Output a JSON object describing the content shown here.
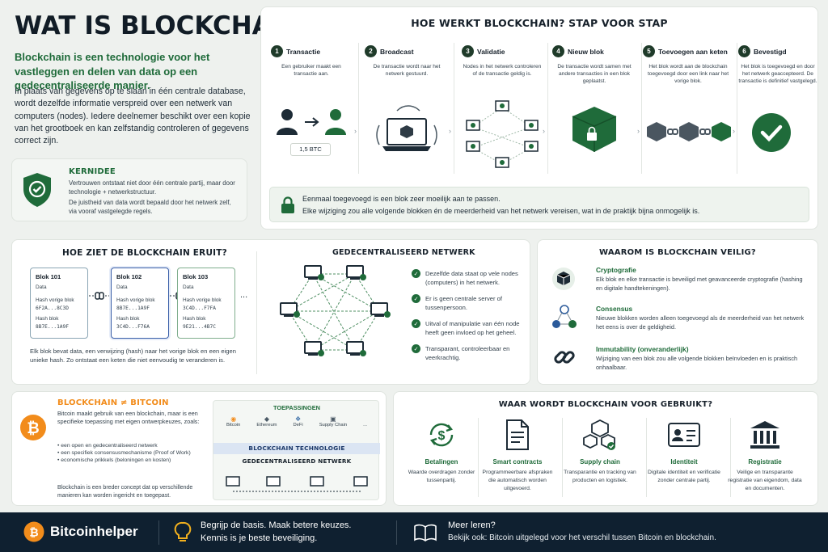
{
  "title": "WAT IS BLOCKCHAIN?",
  "subtitle": "Blockchain is een technologie voor het vastleggen en delen van data op een gedecentraliseerde manier.",
  "intro": "In plaats van gegevens op te slaan in één centrale database, wordt dezelfde informatie verspreid over een netwerk van computers (nodes). Iedere deelnemer beschikt over een kopie van het grootboek en kan zelfstandig controleren of gegevens correct zijn.",
  "kernidee": {
    "title": "KERNIDEE",
    "text1": "Vertrouwen ontstaat niet door één centrale partij, maar door technologie + netwerkstructuur.",
    "text2": "De juistheid van data wordt bepaald door het netwerk zelf, via vooraf vastgelegde regels."
  },
  "how": {
    "title": "HOE WERKT BLOCKCHAIN? STAP VOOR STAP",
    "steps": [
      {
        "num": "1",
        "title": "Transactie",
        "text": "Een gebruiker maakt een transactie aan."
      },
      {
        "num": "2",
        "title": "Broadcast",
        "text": "De transactie wordt naar het netwerk gestuurd."
      },
      {
        "num": "3",
        "title": "Validatie",
        "text": "Nodes in het netwerk controleren of de transactie geldig is."
      },
      {
        "num": "4",
        "title": "Nieuw blok",
        "text": "De transactie wordt samen met andere transacties in een blok geplaatst."
      },
      {
        "num": "5",
        "title": "Toevoegen aan keten",
        "text": "Het blok wordt aan de blockchain toegevoegd door een link naar het vorige blok."
      },
      {
        "num": "6",
        "title": "Bevestigd",
        "text": "Het blok is toegevoegd en door het netwerk geaccepteerd. De transactie is definitief vastgelegd."
      }
    ],
    "amount": "1,5 BTC",
    "note1": "Eenmaal toegevoegd is een blok zeer moeilijk aan te passen.",
    "note2": "Elke wijziging zou alle volgende blokken én de meerderheid van het netwerk vereisen, wat in de praktijk bijna onmogelijk is."
  },
  "looks": {
    "title": "HOE ZIET DE BLOCKCHAIN ERUIT?",
    "blocks": [
      {
        "name": "Blok 101",
        "data": "Data",
        "prev_label": "Hash vorige blok",
        "prev": "6F2A...8C3D",
        "hash_label": "Hash blok",
        "hash": "8B7E...1A9F"
      },
      {
        "name": "Blok 102",
        "data": "Data",
        "prev_label": "Hash vorige blok",
        "prev": "8B7E...1A9F",
        "hash_label": "Hash blok",
        "hash": "3C4D...F76A"
      },
      {
        "name": "Blok 103",
        "data": "Data",
        "prev_label": "Hash vorige blok",
        "prev": "3C4D...F7FA",
        "hash_label": "Hash blok",
        "hash": "9E21...4B7C"
      }
    ],
    "ellipsis": "...",
    "text": "Elk blok bevat data, een verwijzing (hash) naar het vorige blok en een eigen unieke hash. Zo ontstaat een keten die niet eenvoudig te veranderen is."
  },
  "network": {
    "title": "GEDECENTRALISEERD NETWERK",
    "points": [
      "Dezelfde data staat op vele nodes (computers) in het netwerk.",
      "Er is geen centrale server of tussenpersoon.",
      "Uitval of manipulatie van één node heeft geen invloed op het geheel.",
      "Transparant, controleerbaar en veerkrachtig."
    ]
  },
  "safe": {
    "title": "WAAROM IS BLOCKCHAIN VEILIG?",
    "items": [
      {
        "title": "Cryptografie",
        "text": "Elk blok en elke transactie is beveiligd met geavanceerde cryptografie (hashing en digitale handtekeningen)."
      },
      {
        "title": "Consensus",
        "text": "Nieuwe blokken worden alleen toegevoegd als de meerderheid van het netwerk het eens is over de geldigheid."
      },
      {
        "title": "Immutability (onveranderlijk)",
        "text": "Wijziging van een blok zou alle volgende blokken beïnvloeden en is praktisch onhaalbaar."
      }
    ]
  },
  "bitcoin": {
    "title": "BLOCKCHAIN ≠ BITCOIN",
    "text": "Bitcoin maakt gebruik van een blockchain, maar is een specifieke toepassing met eigen ontwerpkeuzes, zoals:",
    "bullets": [
      "een open en gedecentraliseerd netwerk",
      "een specifiek consensusmechanisme (Proof of Work)",
      "economische prikkels (beloningen en kosten)"
    ],
    "closing": "Blockchain is een breder concept dat op verschillende manieren kan worden ingericht en toegepast.",
    "stack_top": "TOEPASSINGEN",
    "apps": [
      "Bitcoin",
      "Ethereum",
      "DeFi",
      "Supply Chain",
      "..."
    ],
    "stack_mid": "BLOCKCHAIN TECHNOLOGIE",
    "stack_bottom": "GEDECENTRALISEERD NETWERK"
  },
  "uses": {
    "title": "WAAR WORDT BLOCKCHAIN VOOR GEBRUIKT?",
    "items": [
      {
        "title": "Betalingen",
        "text": "Waarde overdragen zonder tussenpartij."
      },
      {
        "title": "Smart contracts",
        "text": "Programmeerbare afspraken die automatisch worden uitgevoerd."
      },
      {
        "title": "Supply chain",
        "text": "Transparantie en tracking van producten en logistiek."
      },
      {
        "title": "Identiteit",
        "text": "Digitale identiteit en verificatie zonder centrale partij."
      },
      {
        "title": "Registratie",
        "text": "Veilige en transparante registratie van eigendom, data en documenten."
      }
    ]
  },
  "footer": {
    "brand": "Bitcoinhelper",
    "tagline1": "Begrijp de basis. Maak betere keuzes.",
    "tagline2": "Kennis is je beste beveiliging.",
    "more_title": "Meer leren?",
    "more_text": "Bekijk ook: Bitcoin uitgelegd voor het verschil tussen Bitcoin en blockchain."
  },
  "colors": {
    "accent": "#1f6b3a",
    "bitcoin": "#f28c1b",
    "navy": "#0f2030"
  }
}
